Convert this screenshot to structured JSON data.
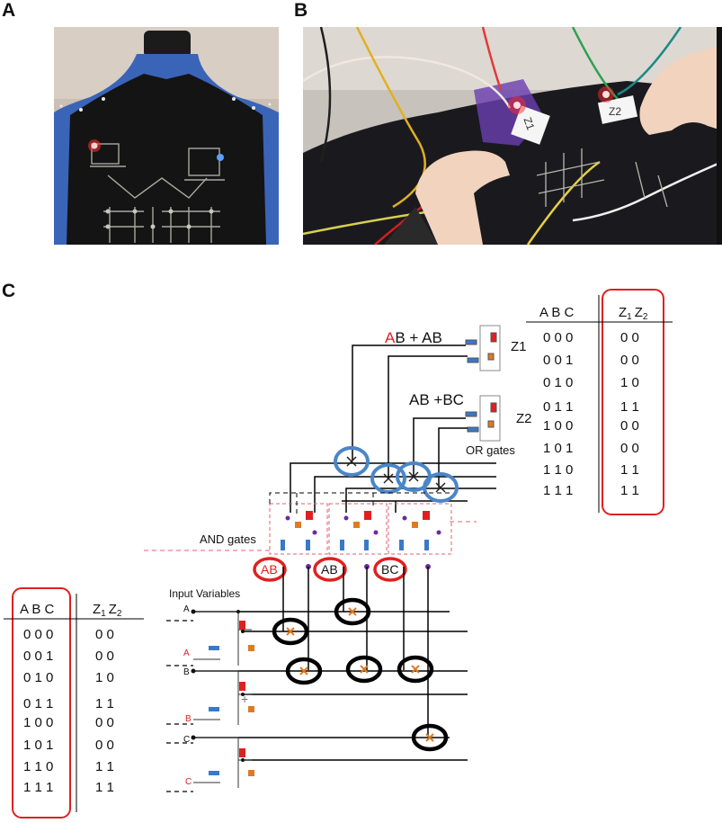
{
  "panels": {
    "a": "A",
    "b": "B",
    "c": "C"
  },
  "photo_b_tags": [
    "Z1",
    "Z2"
  ],
  "equations": {
    "z1_red": "A",
    "z1_rest": "B + AB",
    "z2": "AB +BC"
  },
  "outputs": {
    "z1": "Z1",
    "z2": "Z2"
  },
  "labels": {
    "or_gates": "OR gates",
    "and_gates": "AND gates",
    "input_variables": "Input Variables"
  },
  "and_terms": [
    "AB",
    "AB",
    "BC"
  ],
  "input_labels": {
    "a": "A",
    "a_not": "A",
    "b": "B",
    "b_not": "B",
    "c": "C",
    "c_not": "C"
  },
  "truth_table": {
    "inputs_header": "A B C",
    "z_letter": "Z",
    "sub1": "1",
    "sub2": "2",
    "rows": [
      {
        "abc": "0 0 0",
        "z": "0  0"
      },
      {
        "abc": "0 0 1",
        "z": "0  0"
      },
      {
        "abc": "0 1 0",
        "z": "1  0"
      },
      {
        "abc": "0 1 1",
        "z": "1  1"
      },
      {
        "abc": "1 0 0",
        "z": "0  0"
      },
      {
        "abc": "1 0 1",
        "z": "0  0"
      },
      {
        "abc": "1 1 0",
        "z": "1  1"
      },
      {
        "abc": "1 1 1",
        "z": "1  1"
      }
    ]
  },
  "colors": {
    "red": "#e02020",
    "blue_circle": "#4a86c8",
    "black": "#000000",
    "dress_blue": "#3a64b8",
    "led": "#ff3030"
  }
}
